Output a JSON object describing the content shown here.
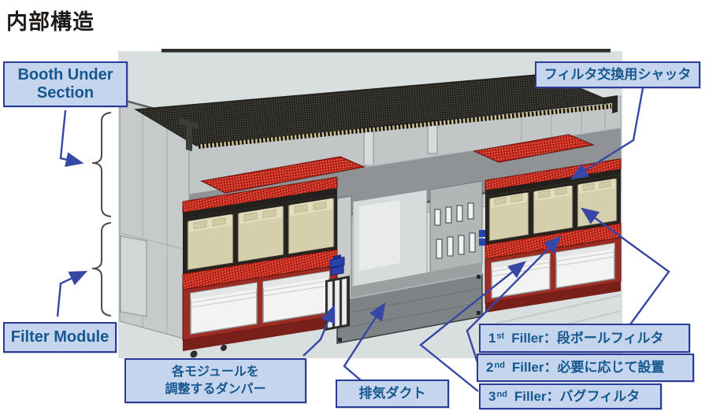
{
  "title": "内部構造",
  "callouts": {
    "booth_under_section": "Booth Under Section",
    "filter_shutter": "フィルタ交換用シャッタ",
    "filter_module": "Filter Module",
    "damper": "各モジュールを\n調整するダンパー",
    "exhaust_duct": "排気ダクト",
    "fillers": [
      {
        "num": "1",
        "ord": "st",
        "desc": "Filler：段ボールフィルタ"
      },
      {
        "num": "2",
        "ord": "nd",
        "desc": "Filler：必要に応じて設置"
      },
      {
        "num": "3",
        "ord": "nd",
        "desc": "Filler：バグフィルタ"
      }
    ]
  },
  "colors": {
    "label_fill": "#c6d5ee",
    "label_border": "#2c3b96",
    "label_text": "#15588f",
    "arrow_blue": "#3747a6",
    "title_text": "#1d1a18",
    "panel_background": "#d9dedf",
    "module_red": "#b5271d",
    "grate_red": "#cf2a1c",
    "filter_tan": "#d5cfac",
    "bag_filter_white": "#f3f3f1",
    "roof_mesh_dark": "#2e2d28",
    "wall_gray": "#c6cacb",
    "valve_blue": "#2843ae"
  }
}
